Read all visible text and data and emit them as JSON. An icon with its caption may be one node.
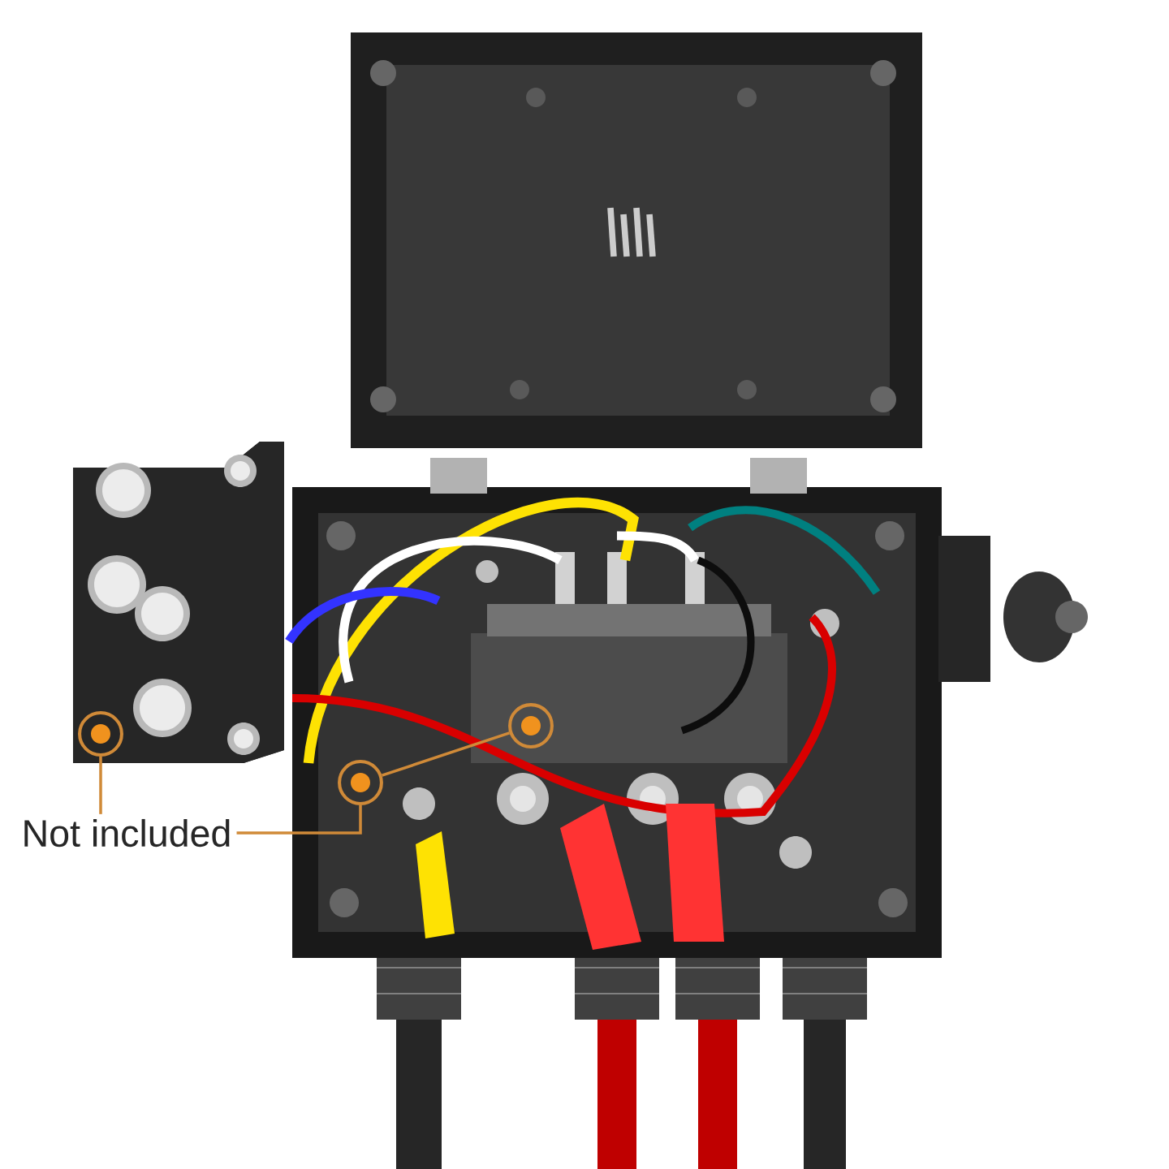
{
  "diagram": {
    "nodes": [
      {
        "text": [
          "Not included"
        ]
      },
      {
        "text": [],
        "shape": "circle"
      },
      {
        "text": [],
        "shape": "circle"
      },
      {
        "text": [],
        "shape": "circle"
      }
    ],
    "edges": [
      {
        "from": 0,
        "to": 1,
        "arrow": "none"
      },
      {
        "from": 0,
        "to": 2,
        "arrow": "none"
      },
      {
        "from": 2,
        "to": 3,
        "arrow": "none"
      }
    ]
  }
}
